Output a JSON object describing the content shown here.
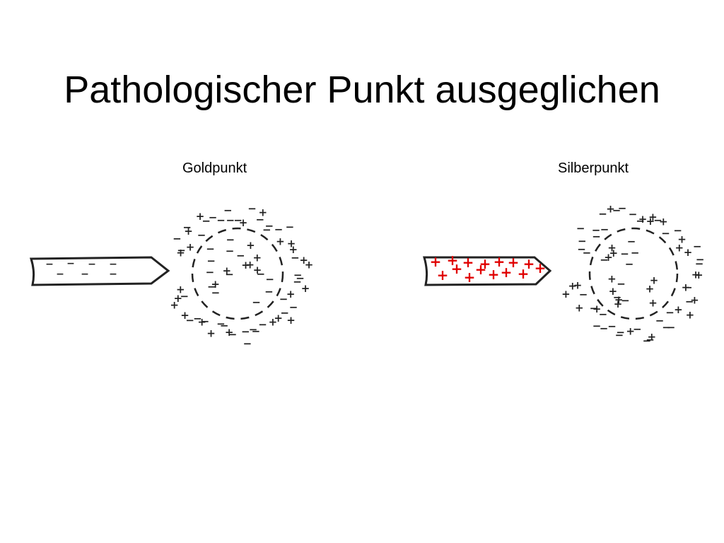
{
  "title": "Pathologischer Punkt ausgeglichen",
  "panels": [
    {
      "label": "Goldpunkt",
      "needle_signs": "-------",
      "needle_color": "#222222"
    },
    {
      "label": "Silberpunkt",
      "needle_signs": "+++++++++++++++",
      "needle_color": "#e00000"
    }
  ],
  "colors": {
    "ink": "#222222",
    "positive_charge": "#e00000",
    "background": "#ffffff"
  }
}
